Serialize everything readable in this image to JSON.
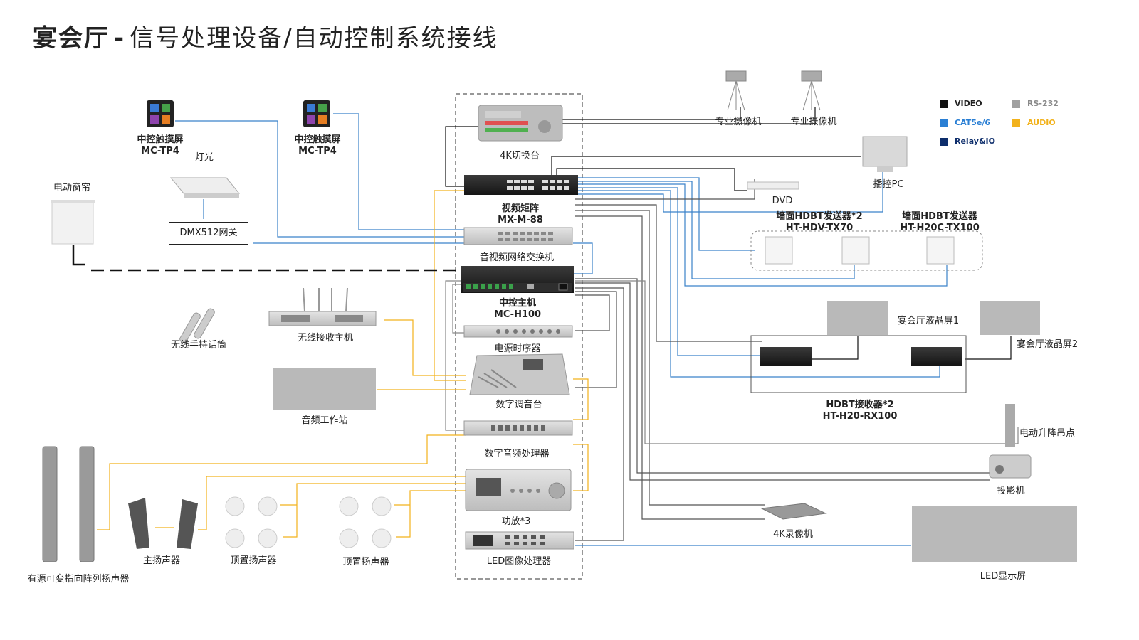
{
  "title": {
    "main": "宴会厅",
    "dash": "-",
    "sub": "信号处理设备/自动控制系统接线"
  },
  "legend": [
    {
      "label": "VIDEO",
      "color": "#111111"
    },
    {
      "label": "RS-232",
      "color": "#a0a0a0"
    },
    {
      "label": "CAT5e/6",
      "color": "#2a7fd4"
    },
    {
      "label": "AUDIO",
      "color": "#f2b21c"
    },
    {
      "label": "Relay&IO",
      "color": "#0d2d6b"
    }
  ],
  "devices": {
    "touch1": {
      "line1": "中控触摸屏",
      "line2": "MC-TP4"
    },
    "touch2": {
      "line1": "中控触摸屏",
      "line2": "MC-TP4"
    },
    "light": "灯光",
    "curtain": "电动窗帘",
    "dmx": "DMX512网关",
    "switcher": "4K切换台",
    "matrix": {
      "line1": "视频矩阵",
      "line2": "MX-M-88"
    },
    "network_switch": "音视频网络交换机",
    "host": {
      "line1": "中控主机",
      "line2": "MC-H100"
    },
    "power_seq": "电源时序器",
    "mixer": "数字调音台",
    "dsp": "数字音频处理器",
    "amp": "功放*3",
    "led_proc": "LED图像处理器",
    "camera1": "专业摄像机",
    "camera2": "专业摄像机",
    "pc": "播控PC",
    "dvd": "DVD",
    "tx1": {
      "line1": "墙面HDBT发送器*2",
      "line2": "HT-HDV-TX70"
    },
    "tx2": {
      "line1": "墙面HDBT发送器",
      "line2": "HT-H20C-TX100"
    },
    "lcd1": "宴会厅液晶屏1",
    "lcd2": "宴会厅液晶屏2",
    "rx": {
      "line1": "HDBT接收器*2",
      "line2": "HT-H20-RX100"
    },
    "lift": "电动升降吊点",
    "projector": "投影机",
    "recorder": "4K录像机",
    "led_screen": "LED显示屏",
    "wireless_mic": "无线手持话筒",
    "wireless_rx": "无线接收主机",
    "audio_ws": "音频工作站",
    "line_array": "有源可变指向阵列扬声器",
    "main_spk": "主扬声器",
    "ceiling1": "顶置扬声器",
    "ceiling2": "顶置扬声器"
  }
}
